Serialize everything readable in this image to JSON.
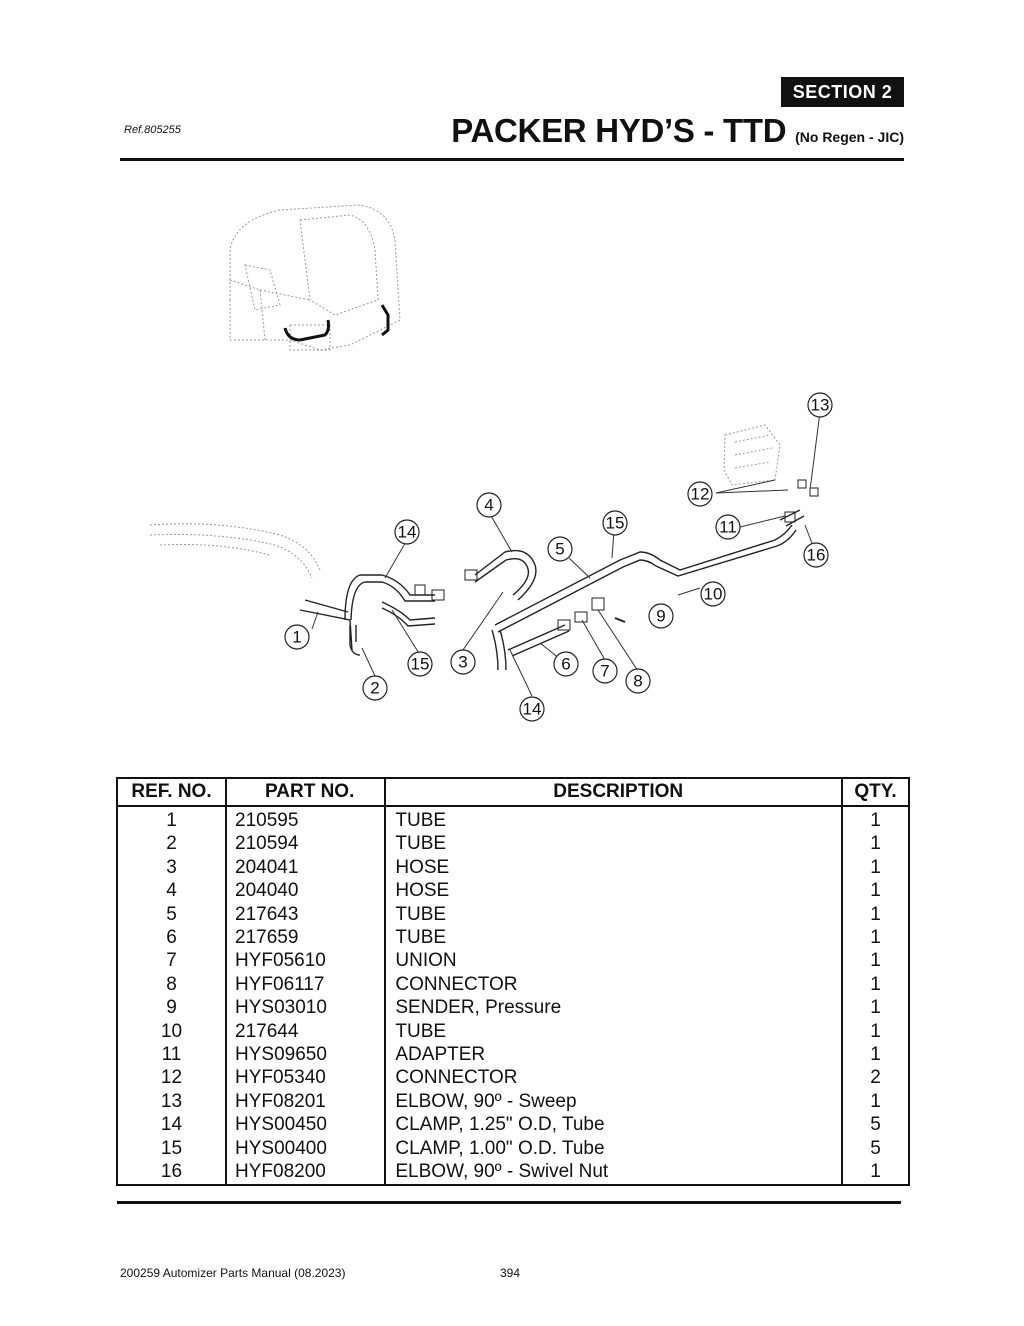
{
  "header": {
    "section_label": "SECTION  2",
    "ref": "Ref.805255",
    "title": "PACKER HYD’S - TTD",
    "title_sub": "(No Regen - JIC)"
  },
  "diagram": {
    "callouts": [
      {
        "label": "13"
      },
      {
        "label": "12"
      },
      {
        "label": "4"
      },
      {
        "label": "15"
      },
      {
        "label": "11"
      },
      {
        "label": "14"
      },
      {
        "label": "5"
      },
      {
        "label": "16"
      },
      {
        "label": "10"
      },
      {
        "label": "9"
      },
      {
        "label": "1"
      },
      {
        "label": "15"
      },
      {
        "label": "3"
      },
      {
        "label": "6"
      },
      {
        "label": "7"
      },
      {
        "label": "8"
      },
      {
        "label": "2"
      },
      {
        "label": "14"
      }
    ]
  },
  "table": {
    "headers": [
      "REF. NO.",
      "PART NO.",
      "DESCRIPTION",
      "QTY."
    ],
    "rows": [
      {
        "ref": "1",
        "part": "210595",
        "desc": "TUBE",
        "qty": "1"
      },
      {
        "ref": "2",
        "part": "210594",
        "desc": "TUBE",
        "qty": "1"
      },
      {
        "ref": "3",
        "part": "204041",
        "desc": "HOSE",
        "qty": "1"
      },
      {
        "ref": "4",
        "part": "204040",
        "desc": "HOSE",
        "qty": "1"
      },
      {
        "ref": "5",
        "part": "217643",
        "desc": "TUBE",
        "qty": "1"
      },
      {
        "ref": "6",
        "part": "217659",
        "desc": "TUBE",
        "qty": "1"
      },
      {
        "ref": "7",
        "part": "HYF05610",
        "desc": "UNION",
        "qty": "1"
      },
      {
        "ref": "8",
        "part": "HYF06117",
        "desc": "CONNECTOR",
        "qty": "1"
      },
      {
        "ref": "9",
        "part": "HYS03010",
        "desc": "SENDER, Pressure",
        "qty": "1"
      },
      {
        "ref": "10",
        "part": "217644",
        "desc": "TUBE",
        "qty": "1"
      },
      {
        "ref": "11",
        "part": "HYS09650",
        "desc": "ADAPTER",
        "qty": "1"
      },
      {
        "ref": "12",
        "part": "HYF05340",
        "desc": "CONNECTOR",
        "qty": "2"
      },
      {
        "ref": "13",
        "part": "HYF08201",
        "desc": "ELBOW, 90º - Sweep",
        "qty": "1"
      },
      {
        "ref": "14",
        "part": "HYS00450",
        "desc": "CLAMP, 1.25\" O.D, Tube",
        "qty": "5"
      },
      {
        "ref": "15",
        "part": "HYS00400",
        "desc": "CLAMP, 1.00\" O.D. Tube",
        "qty": "5"
      },
      {
        "ref": "16",
        "part": "HYF08200",
        "desc": "ELBOW, 90º - Swivel Nut",
        "qty": "1"
      }
    ]
  },
  "footer": {
    "manual": "200259 Automizer Parts Manual (08.2023)",
    "page": "394"
  }
}
